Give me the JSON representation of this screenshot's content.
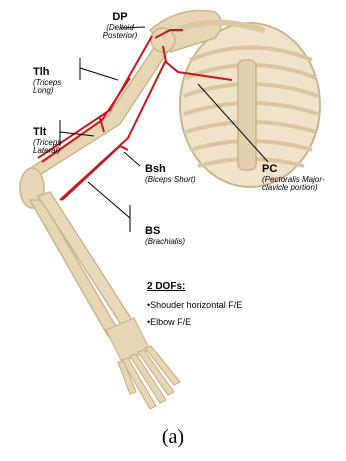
{
  "muscles": [
    {
      "abbr": "DP",
      "name_lines": [
        "(Deltoid",
        "Posterior)"
      ]
    },
    {
      "abbr": "Tlh",
      "name_lines": [
        "(Triceps",
        "Long)"
      ]
    },
    {
      "abbr": "Tlt",
      "name_lines": [
        "(Triceps",
        "Lateral)"
      ]
    },
    {
      "abbr": "Bsh",
      "name_lines": [
        "(Biceps Short)"
      ]
    },
    {
      "abbr": "BS",
      "name_lines": [
        "(Brachialis)"
      ]
    },
    {
      "abbr": "PC",
      "name_lines": [
        "(Pectoralis Major-",
        "clavicle portion)"
      ]
    }
  ],
  "dofs": {
    "title": "2 DOFs:",
    "items": [
      "•Shouder horizontal F/E",
      "•Elbow F/E"
    ]
  },
  "caption": "(a)",
  "colors": {
    "bone": "#e7d6b4",
    "bone_shade": "#c9b48e",
    "muscle_line": "#c8181e"
  }
}
